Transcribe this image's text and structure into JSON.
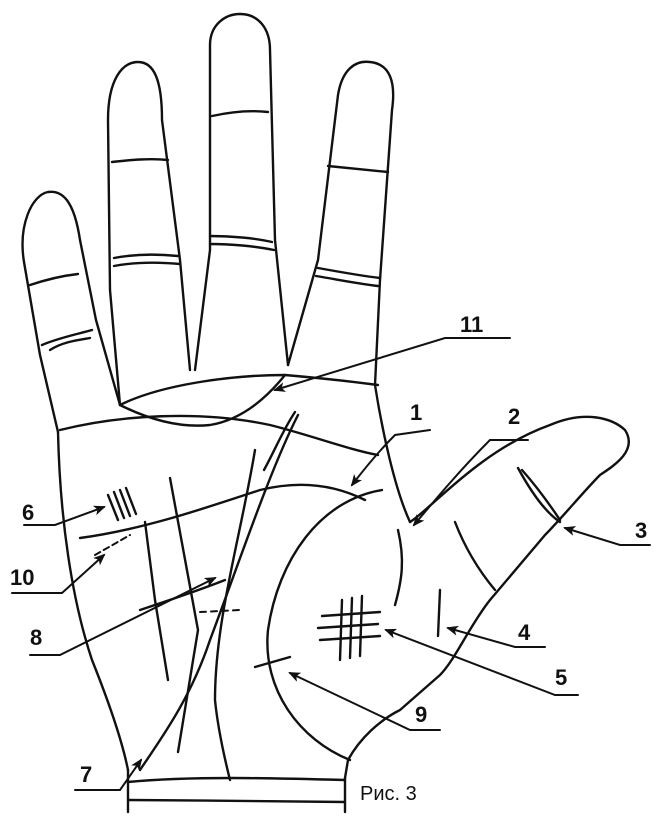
{
  "callouts": [
    {
      "id": "1",
      "text": "1"
    },
    {
      "id": "2",
      "text": "2"
    },
    {
      "id": "3",
      "text": "3"
    },
    {
      "id": "4",
      "text": "4"
    },
    {
      "id": "5",
      "text": "5"
    },
    {
      "id": "6",
      "text": "6"
    },
    {
      "id": "7",
      "text": "7"
    },
    {
      "id": "8",
      "text": "8"
    },
    {
      "id": "9",
      "text": "9"
    },
    {
      "id": "10",
      "text": "10"
    },
    {
      "id": "11",
      "text": "11"
    }
  ],
  "caption": "Рис. 3",
  "colors": {
    "stroke": "#111111",
    "background": "#ffffff"
  }
}
